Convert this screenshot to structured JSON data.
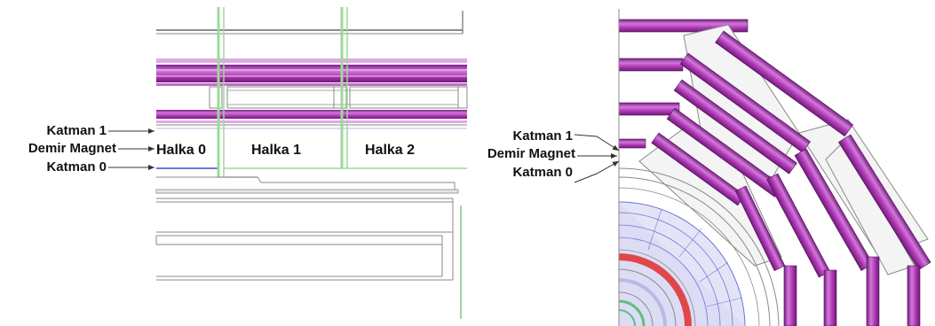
{
  "left_panel": {
    "labels": {
      "layer1": "Katman 1",
      "magnet": "Demir Magnet",
      "layer0": "Katman 0"
    },
    "rings": [
      "Halka 0",
      "Halka 1",
      "Halka 2"
    ]
  },
  "right_panel": {
    "labels": {
      "layer1": "Katman 1",
      "magnet": "Demir Magnet",
      "layer0": "Katman 0"
    }
  },
  "colors": {
    "muon_chamber": "#b23ab8",
    "chamber_light": "#e2a8e6",
    "ring_boundary": "#9ed89a",
    "structure": "#8a8a8a",
    "tracker_blue": "#6f74d8",
    "calorimeter_red": "#e0474a"
  }
}
